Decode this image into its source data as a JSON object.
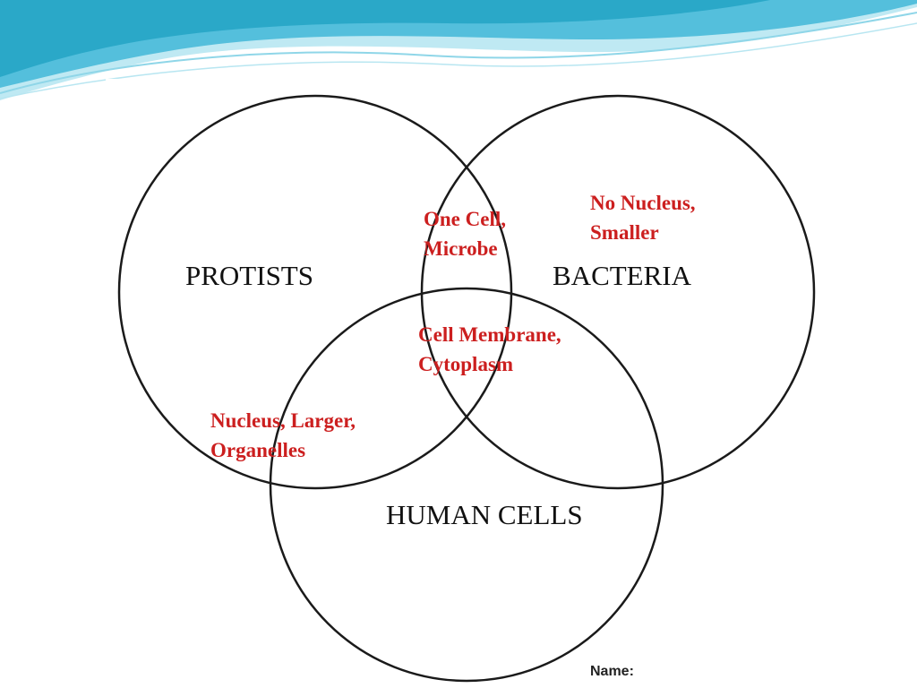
{
  "accent_colors": {
    "wave_dark": "#2aa8c8",
    "wave_light": "#a9e3f0",
    "note_red": "#cc1f1f"
  },
  "circles": {
    "protists": "PROTISTS",
    "bacteria": "BACTERIA",
    "human_cells": "HUMAN CELLS"
  },
  "notes": {
    "bacteria_only": [
      "No Nucleus,",
      "Smaller"
    ],
    "protists_bacteria": [
      "One Cell,",
      "Microbe"
    ],
    "all_three": [
      "Cell Membrane,",
      "Cytoplasm"
    ],
    "protists_human": [
      "Nucleus, Larger,",
      "Organelles"
    ]
  },
  "footer": {
    "name_label": "Name:"
  }
}
